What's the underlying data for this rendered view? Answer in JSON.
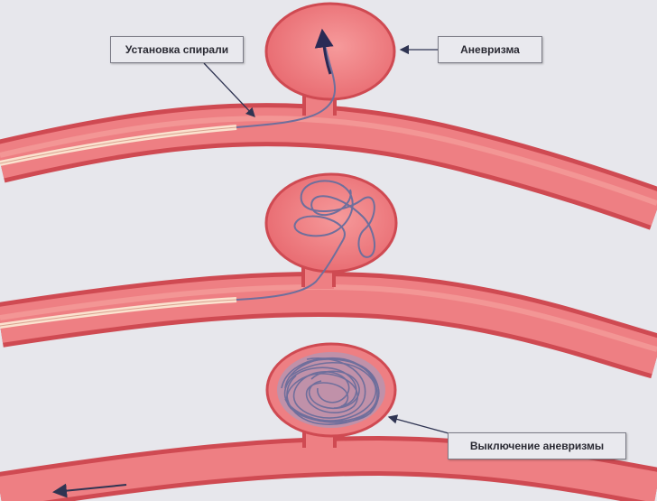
{
  "labels": {
    "coil_placement": "Установка спирали",
    "aneurysm": "Аневризма",
    "aneurysm_exclusion": "Выключение аневризмы"
  },
  "colors": {
    "background": "#e7e7ec",
    "vessel_wall": "#cf4a52",
    "vessel_fill": "#ee7f83",
    "vessel_highlight": "#f7c6b4",
    "coil": "#6f6f9c",
    "leader_line": "#2f3452"
  },
  "icons": [
    "catheter",
    "coil",
    "aneurysm-sac",
    "arrow"
  ]
}
